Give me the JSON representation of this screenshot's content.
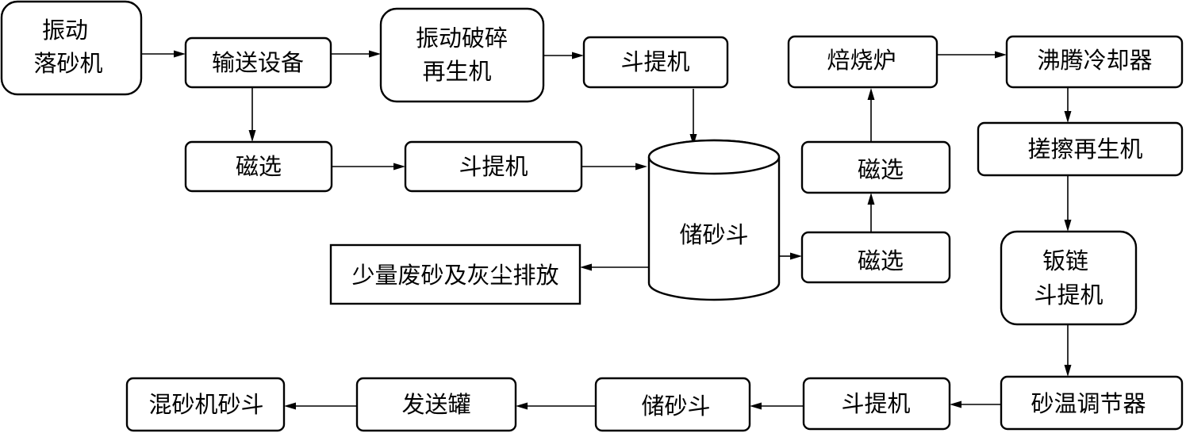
{
  "nodes": {
    "vibrating_shakeout": {
      "lines": [
        "振动",
        "落砂机"
      ]
    },
    "conveyor": {
      "lines": [
        "输送设备"
      ]
    },
    "vibrating_crusher": {
      "lines": [
        "振动破碎",
        "再生机"
      ]
    },
    "bucket_elevator_1": {
      "lines": [
        "斗提机"
      ]
    },
    "magnetic_sep_1": {
      "lines": [
        "磁选"
      ]
    },
    "bucket_elevator_2": {
      "lines": [
        "斗提机"
      ]
    },
    "sand_hopper": {
      "lines": [
        "储砂斗"
      ]
    },
    "waste_discharge": {
      "lines": [
        "少量废砂及灰尘排放"
      ]
    },
    "magnetic_sep_2": {
      "lines": [
        "磁选"
      ]
    },
    "magnetic_sep_3": {
      "lines": [
        "磁选"
      ]
    },
    "roaster": {
      "lines": [
        "焙烧炉"
      ]
    },
    "fluidized_cooler": {
      "lines": [
        "沸腾冷却器"
      ]
    },
    "scrubbing_reclaimer": {
      "lines": [
        "搓擦再生机"
      ]
    },
    "plate_chain_elevator": {
      "lines": [
        "钣链",
        "斗提机"
      ]
    },
    "sand_temp_regulator": {
      "lines": [
        "砂温调节器"
      ]
    },
    "bucket_elevator_3": {
      "lines": [
        "斗提机"
      ]
    },
    "sand_hopper_2": {
      "lines": [
        "储砂斗"
      ]
    },
    "sender_tank": {
      "lines": [
        "发送罐"
      ]
    },
    "mixer_hopper": {
      "lines": [
        "混砂机砂斗"
      ]
    }
  },
  "edges": [
    [
      "vibrating_shakeout",
      "conveyor"
    ],
    [
      "conveyor",
      "vibrating_crusher"
    ],
    [
      "vibrating_crusher",
      "bucket_elevator_1"
    ],
    [
      "conveyor",
      "magnetic_sep_1"
    ],
    [
      "magnetic_sep_1",
      "bucket_elevator_2"
    ],
    [
      "bucket_elevator_2",
      "sand_hopper"
    ],
    [
      "bucket_elevator_1",
      "sand_hopper"
    ],
    [
      "sand_hopper",
      "waste_discharge"
    ],
    [
      "sand_hopper",
      "magnetic_sep_2"
    ],
    [
      "magnetic_sep_2",
      "magnetic_sep_3"
    ],
    [
      "magnetic_sep_3",
      "roaster"
    ],
    [
      "roaster",
      "fluidized_cooler"
    ],
    [
      "fluidized_cooler",
      "scrubbing_reclaimer"
    ],
    [
      "scrubbing_reclaimer",
      "plate_chain_elevator"
    ],
    [
      "plate_chain_elevator",
      "sand_temp_regulator"
    ],
    [
      "sand_temp_regulator",
      "bucket_elevator_3"
    ],
    [
      "bucket_elevator_3",
      "sand_hopper_2"
    ],
    [
      "sand_hopper_2",
      "sender_tank"
    ],
    [
      "sender_tank",
      "mixer_hopper"
    ]
  ]
}
